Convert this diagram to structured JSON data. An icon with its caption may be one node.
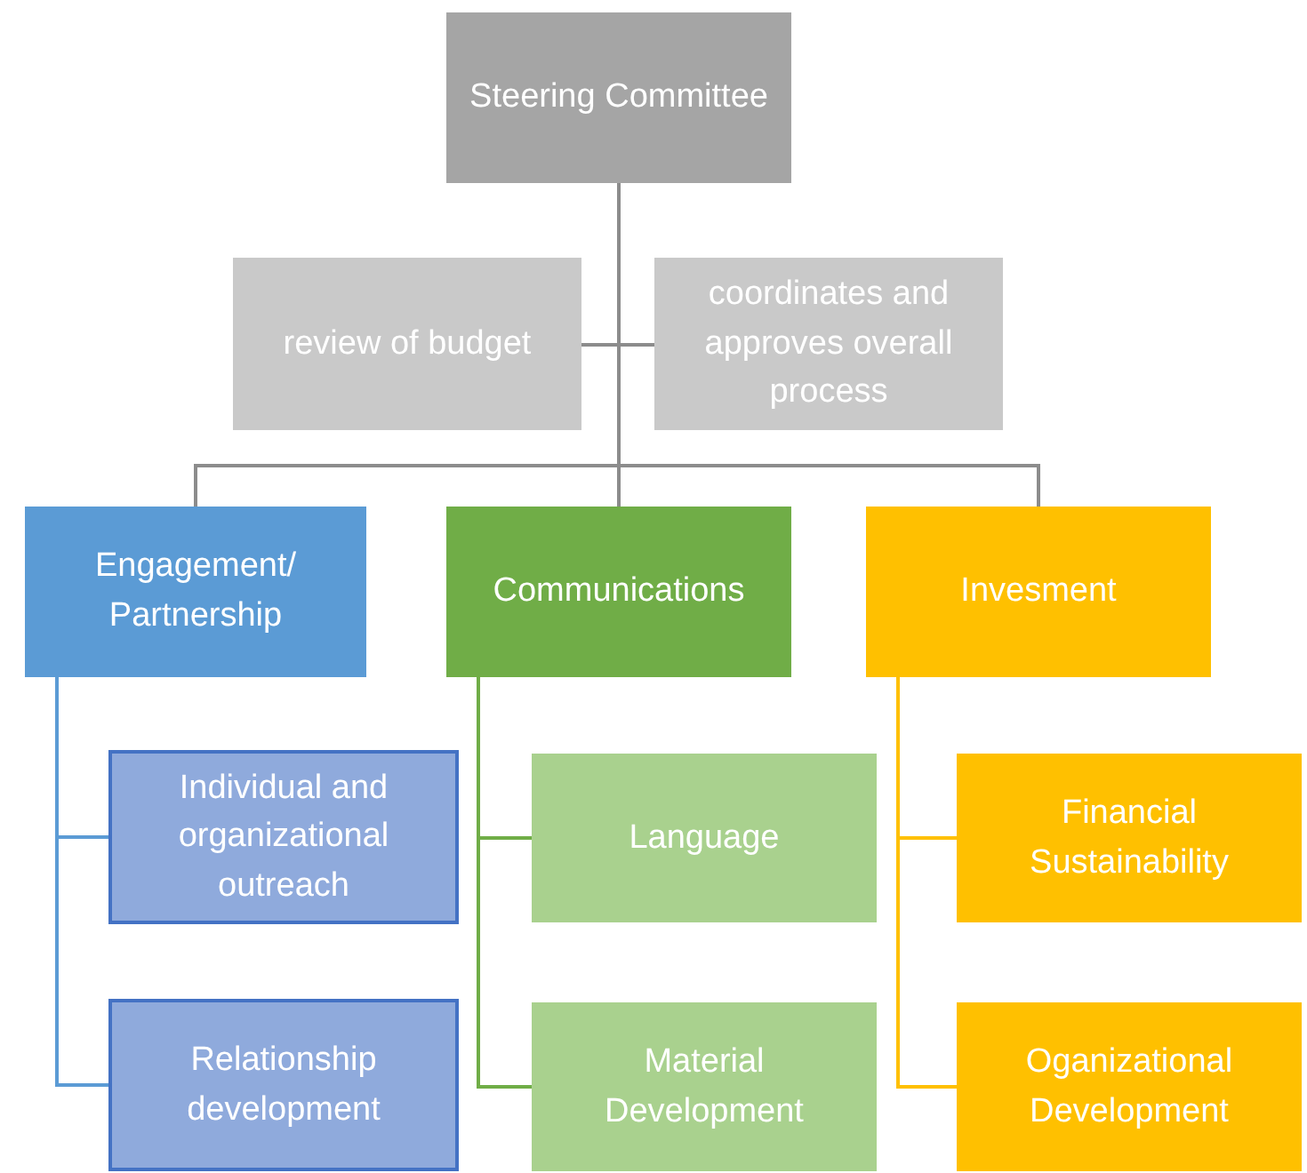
{
  "diagram": {
    "nodes": [
      {
        "text": [
          "Steering Committee"
        ]
      },
      {
        "text": [
          "review of budget"
        ]
      },
      {
        "text": [
          "coordinates and approves overall process"
        ]
      },
      {
        "text": [
          "Engagement/ Partnership"
        ]
      },
      {
        "text": [
          "Communications"
        ]
      },
      {
        "text": [
          "Invesment"
        ]
      },
      {
        "text": [
          "Individual and organizational outreach"
        ]
      },
      {
        "text": [
          "Relationship development"
        ]
      },
      {
        "text": [
          "Language"
        ]
      },
      {
        "text": [
          "Material Development"
        ]
      },
      {
        "text": [
          "Financial Sustainability"
        ]
      },
      {
        "text": [
          "Oganizational Development"
        ]
      }
    ],
    "edges": [
      {
        "from": 0,
        "to": 1,
        "arrow": "none"
      },
      {
        "from": 0,
        "to": 2,
        "arrow": "none"
      },
      {
        "from": 0,
        "to": 3,
        "arrow": "none"
      },
      {
        "from": 0,
        "to": 4,
        "arrow": "none"
      },
      {
        "from": 0,
        "to": 5,
        "arrow": "none"
      },
      {
        "from": 3,
        "to": 6,
        "arrow": "none",
        "color": "#5b9bd5"
      },
      {
        "from": 3,
        "to": 7,
        "arrow": "none",
        "color": "#5b9bd5"
      },
      {
        "from": 4,
        "to": 8,
        "arrow": "none",
        "color": "#70ad47"
      },
      {
        "from": 4,
        "to": 9,
        "arrow": "none",
        "color": "#70ad47"
      },
      {
        "from": 5,
        "to": 10,
        "arrow": "none",
        "color": "#ffc000"
      },
      {
        "from": 5,
        "to": 11,
        "arrow": "none",
        "color": "#ffc000"
      }
    ]
  }
}
